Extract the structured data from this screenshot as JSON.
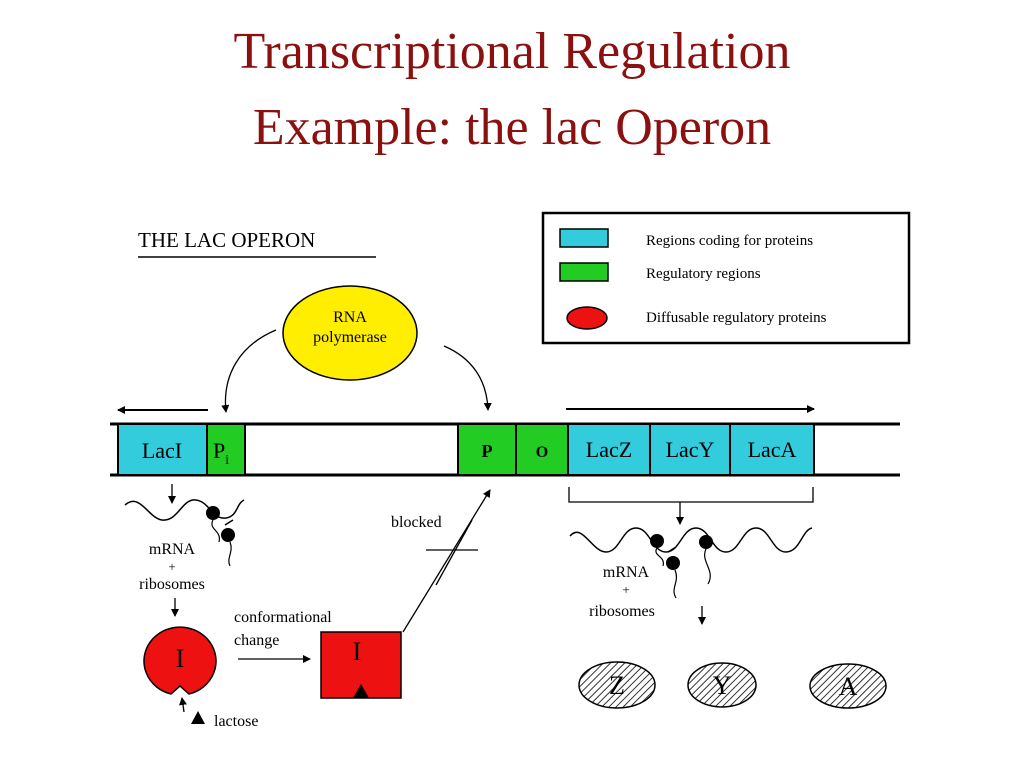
{
  "slide": {
    "title_line1": "Transcriptional Regulation",
    "title_line2": "Example: the lac Operon"
  },
  "diagram": {
    "heading": "THE LAC OPERON",
    "legend": {
      "coding": "Regions coding for proteins",
      "regulatory": "Regulatory regions",
      "diffusable": "Diffusable regulatory proteins"
    },
    "rna_polymerase": {
      "line1": "RNA",
      "line2": "polymerase"
    },
    "dna": {
      "laci": "LacI",
      "pi_main": "P",
      "pi_sub": "i",
      "p": "P",
      "o": "O",
      "lacz": "LacZ",
      "lacy": "LacY",
      "laca": "LacA"
    },
    "left_pathway": {
      "mrna": "mRNA",
      "plus": "+",
      "ribosomes": "ribosomes",
      "repressor_label": "I",
      "conformational_line1": "conformational",
      "conformational_line2": "change",
      "inactive_label": "I",
      "lactose": "lactose",
      "blocked": "blocked"
    },
    "right_pathway": {
      "mrna": "mRNA",
      "plus": "+",
      "ribosomes": "ribosomes",
      "z": "Z",
      "y": "Y",
      "a": "A"
    },
    "colors": {
      "title": "#8b1010",
      "coding": "#33ccdd",
      "regulatory": "#22cc22",
      "repressor": "#ee1111",
      "polymerase": "#ffee00"
    }
  }
}
